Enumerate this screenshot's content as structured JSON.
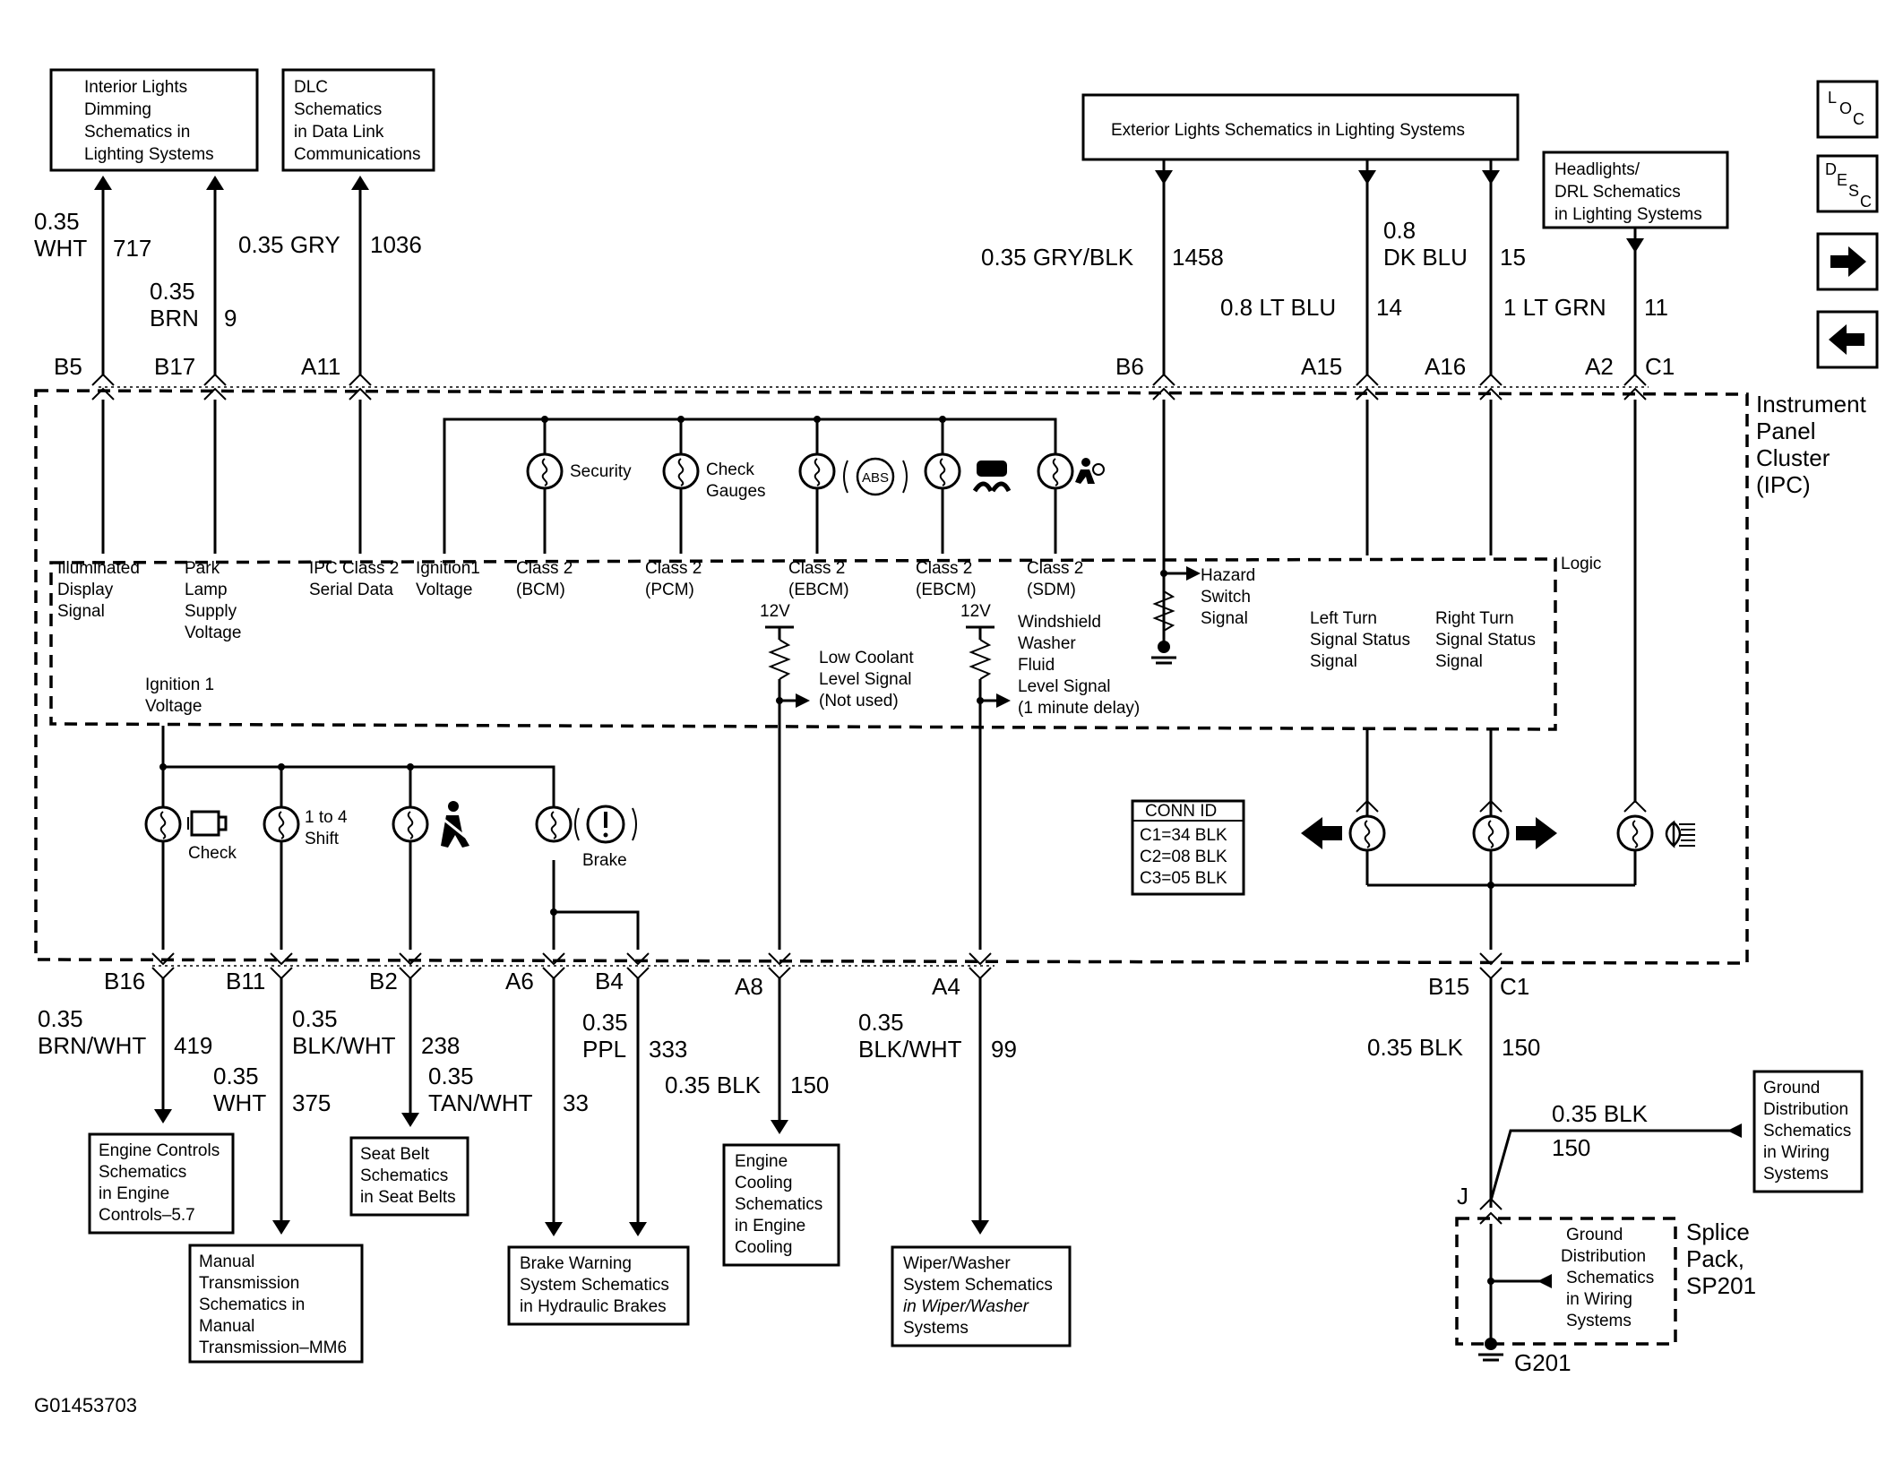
{
  "boxes": {
    "interior_lights": [
      "Interior Lights",
      "Dimming",
      "Schematics in",
      "Lighting Systems"
    ],
    "dlc": [
      "DLC",
      "Schematics",
      "in Data Link",
      "Communications"
    ],
    "exterior_lights": [
      "Exterior Lights Schematics in Lighting Systems"
    ],
    "headlights": [
      "Headlights/",
      "DRL Schematics",
      "in Lighting Systems"
    ],
    "engine_controls": [
      "Engine Controls",
      "Schematics",
      "in Engine",
      "Controls–5.7"
    ],
    "manual_trans": [
      "Manual",
      "Transmission",
      "Schematics in",
      "Manual",
      "Transmission–MM6"
    ],
    "seat_belt": [
      "Seat Belt",
      "Schematics",
      "in Seat Belts"
    ],
    "brake_warning": [
      "Brake Warning",
      "System Schematics",
      "in Hydraulic Brakes"
    ],
    "engine_cooling": [
      "Engine",
      "Cooling",
      "Schematics",
      "in Engine",
      "Cooling"
    ],
    "wiper": [
      "Wiper/Washer",
      "System Schematics",
      "in Wiper/Washer",
      "Systems"
    ],
    "ground_dist_right": [
      "Ground",
      "Distribution",
      "Schematics",
      "in Wiring",
      "Systems"
    ],
    "ground_dist_splice": [
      "Ground",
      "Distribution",
      "Schematics",
      "in Wiring",
      "Systems"
    ],
    "conn_id": [
      "CONN ID",
      "C1=34 BLK",
      "C2=08 BLK",
      "C3=05 BLK"
    ]
  },
  "wires": {
    "b5_size": "0.35",
    "b5_color": "WHT",
    "b5_circuit": "717",
    "b17_size": "0.35",
    "b17_color": "BRN",
    "b17_circuit": "9",
    "a11_label": "0.35 GRY",
    "a11_circuit": "1036",
    "b6_label": "0.35 GRY/BLK",
    "b6_circuit": "1458",
    "a15_label": "0.8 LT BLU",
    "a15_circuit": "14",
    "a16_size": "0.8",
    "a16_color": "DK BLU",
    "a16_circuit": "15",
    "a2_label": "1 LT GRN",
    "a2_circuit": "11",
    "b16_size": "0.35",
    "b16_color": "BRN/WHT",
    "b16_circuit": "419",
    "b11_size": "0.35",
    "b11_color": "WHT",
    "b11_circuit": "375",
    "b2_size": "0.35",
    "b2_color": "BLK/WHT",
    "b2_circuit": "238",
    "a6_size": "0.35",
    "a6_color": "TAN/WHT",
    "a6_circuit": "33",
    "b4_size": "0.35",
    "b4_color": "PPL",
    "b4_circuit": "333",
    "a8_label": "0.35 BLK",
    "a8_circuit": "150",
    "a4_size": "0.35",
    "a4_color": "BLK/WHT",
    "a4_circuit": "99",
    "b15_label": "0.35 BLK",
    "b15_circuit": "150",
    "ground_label": "0.35 BLK",
    "ground_circuit": "150"
  },
  "pins": {
    "b5": "B5",
    "b17": "B17",
    "a11": "A11",
    "b6": "B6",
    "a15": "A15",
    "a16": "A16",
    "a2": "A2",
    "c1_top": "C1",
    "b16": "B16",
    "b11": "B11",
    "b2": "B2",
    "a6": "A6",
    "b4": "B4",
    "a8": "A8",
    "a4": "A4",
    "b15": "B15",
    "c1_bottom": "C1",
    "j": "J"
  },
  "ipc": {
    "title": [
      "Instrument",
      "Panel",
      "Cluster",
      "(IPC)"
    ],
    "logic": "Logic",
    "signals": {
      "illuminated": [
        "Illuminated",
        "Display",
        "Signal"
      ],
      "park_lamp": [
        "Park",
        "Lamp",
        "Supply",
        "Voltage"
      ],
      "ipc_class2": [
        "IPC Class 2",
        "Serial Data"
      ],
      "ignition1": [
        "Ignition1",
        "Voltage"
      ],
      "bcm": [
        "Class 2",
        "(BCM)"
      ],
      "pcm": [
        "Class 2",
        "(PCM)"
      ],
      "ebcm1": [
        "Class 2",
        "(EBCM)"
      ],
      "ebcm2": [
        "Class 2",
        "(EBCM)"
      ],
      "sdm": [
        "Class 2",
        "(SDM)"
      ],
      "hazard": [
        "Hazard",
        "Switch",
        "Signal"
      ],
      "left_turn": [
        "Left Turn",
        "Signal Status",
        "Signal"
      ],
      "right_turn": [
        "Right Turn",
        "Signal Status",
        "Signal"
      ],
      "low_coolant": [
        "Low Coolant",
        "Level Signal",
        "(Not used)"
      ],
      "washer": [
        "Windshield",
        "Washer",
        "Fluid",
        "Level Signal",
        "(1 minute delay)"
      ],
      "ignition1_lower": [
        "Ignition 1",
        "Voltage"
      ]
    },
    "indicators": {
      "security": "Security",
      "check_gauges": [
        "Check",
        "Gauges"
      ],
      "abs": "ABS",
      "check": "Check",
      "shift": [
        "1 to 4",
        "Shift"
      ],
      "brake": "Brake"
    },
    "v12_left": "12V",
    "v12_right": "12V"
  },
  "splice": {
    "title": [
      "Splice",
      "Pack,",
      "SP201"
    ],
    "ground": "G201"
  },
  "nav": {
    "loc": [
      "L",
      "O",
      "C"
    ],
    "desc": [
      "D",
      "E",
      "S",
      "C"
    ]
  },
  "figure_id": "G01453703"
}
